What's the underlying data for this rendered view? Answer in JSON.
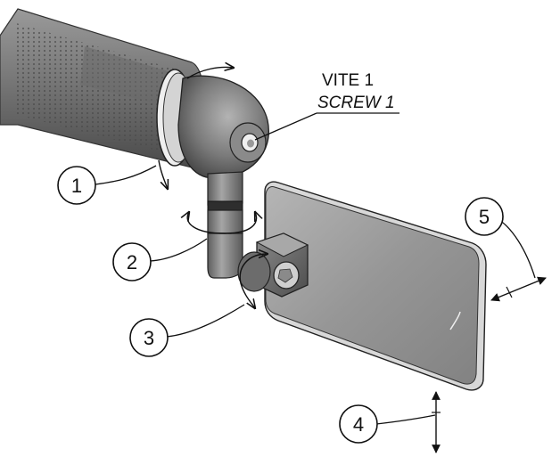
{
  "screw_label": {
    "it": "VITE 1",
    "en": "SCREW 1"
  },
  "callouts": [
    {
      "id": "1",
      "label": "1"
    },
    {
      "id": "2",
      "label": "2"
    },
    {
      "id": "3",
      "label": "3"
    },
    {
      "id": "4",
      "label": "4"
    },
    {
      "id": "5",
      "label": "5"
    }
  ],
  "colors": {
    "grip_dark": "#5b5b5b",
    "grip_light": "#8e8e8e",
    "mirror_face": "#9b9b9b",
    "mirror_edge": "#d9d9d9",
    "ink": "#111111"
  }
}
